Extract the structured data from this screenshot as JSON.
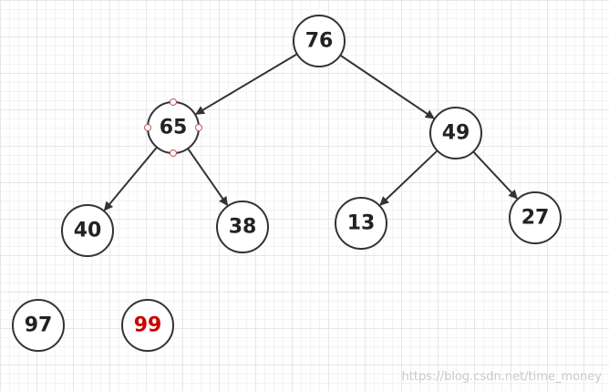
{
  "diagram": {
    "nodes": [
      {
        "id": "n76",
        "label": "76",
        "color": "#222222"
      },
      {
        "id": "n65",
        "label": "65",
        "color": "#222222",
        "selected": true
      },
      {
        "id": "n49",
        "label": "49",
        "color": "#222222"
      },
      {
        "id": "n40",
        "label": "40",
        "color": "#222222"
      },
      {
        "id": "n38",
        "label": "38",
        "color": "#222222"
      },
      {
        "id": "n13",
        "label": "13",
        "color": "#222222"
      },
      {
        "id": "n27",
        "label": "27",
        "color": "#222222"
      },
      {
        "id": "n97",
        "label": "97",
        "color": "#222222"
      },
      {
        "id": "n99",
        "label": "99",
        "color": "#cc0000"
      }
    ],
    "edges": [
      {
        "from": "n76",
        "to": "n65"
      },
      {
        "from": "n76",
        "to": "n49"
      },
      {
        "from": "n65",
        "to": "n40"
      },
      {
        "from": "n65",
        "to": "n38"
      },
      {
        "from": "n49",
        "to": "n13"
      },
      {
        "from": "n49",
        "to": "n27"
      }
    ]
  },
  "watermark": "https://blog.csdn.net/time_money"
}
